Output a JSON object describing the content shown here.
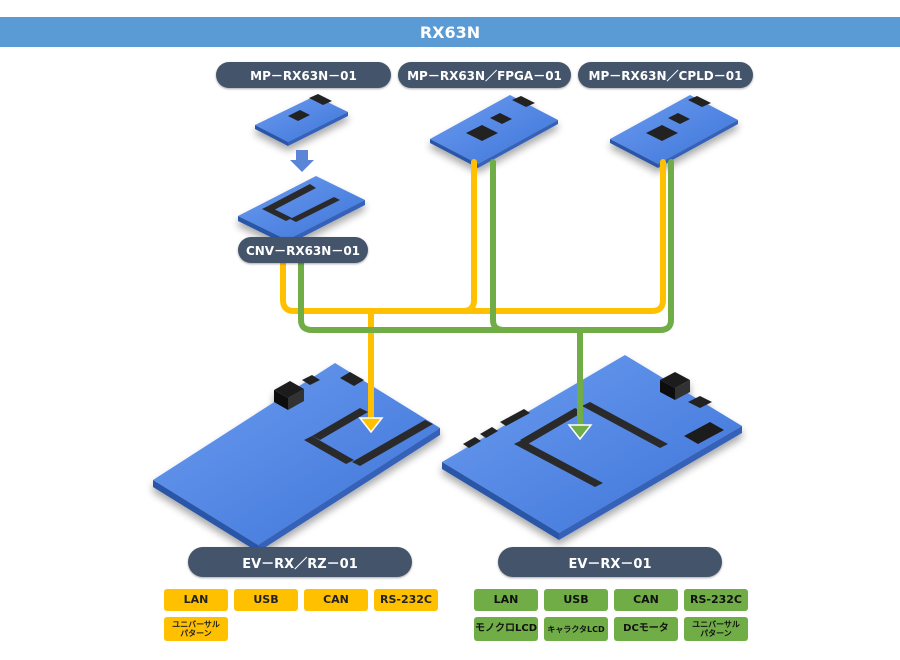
{
  "header": {
    "title": "RX63N"
  },
  "modules": {
    "mp": "MP－RX63N－01",
    "mp_fpga": "MP－RX63N／FPGA－01",
    "mp_cpld": "MP－RX63N／CPLD－01",
    "cnv": "CNV－RX63N－01"
  },
  "boards": {
    "left": {
      "name": "EV－RX／RZ－01",
      "features": [
        "LAN",
        "USB",
        "CAN",
        "RS-232C",
        "ユニバーサル\nパターン"
      ]
    },
    "right": {
      "name": "EV－RX－01",
      "features": [
        "LAN",
        "USB",
        "CAN",
        "RS-232C",
        "モノクロLCD",
        "キャラクタLCD",
        "DCモータ",
        "ユニバーサル\nパターン"
      ]
    }
  },
  "colors": {
    "header": "#5b9bd5",
    "pill": "#44546a",
    "board": "#4a7fe0",
    "yellow": "#ffc000",
    "green": "#70ad47"
  }
}
